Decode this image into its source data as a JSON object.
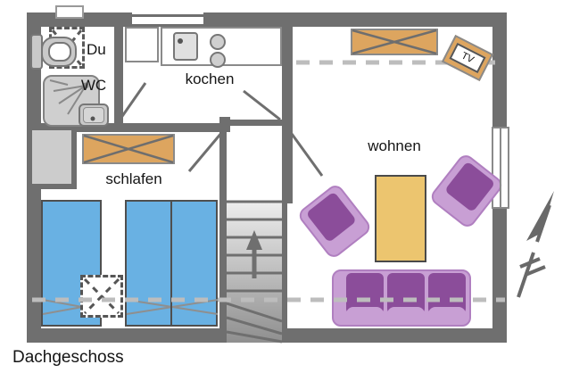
{
  "title": {
    "floor_label": "Dachgeschoss"
  },
  "rooms": {
    "bath": {
      "shower_label": "Du",
      "wc_label": "WC"
    },
    "kitchen": {
      "label": "kochen"
    },
    "bedroom": {
      "label": "schlafen"
    },
    "living": {
      "label": "wohnen",
      "tv_label": "TV"
    }
  },
  "colors": {
    "wall_gray": "#6f6f6f",
    "bed_blue": "#69b1e3",
    "wood_orange": "#dda55f",
    "table_tan": "#ecc56f",
    "sofa_purple_dark": "#8b4d9a",
    "sofa_purple_light": "#c89fd4",
    "fixture_gray": "#c9c9c9",
    "roofline_dash_gray": "#bdbdbd"
  }
}
